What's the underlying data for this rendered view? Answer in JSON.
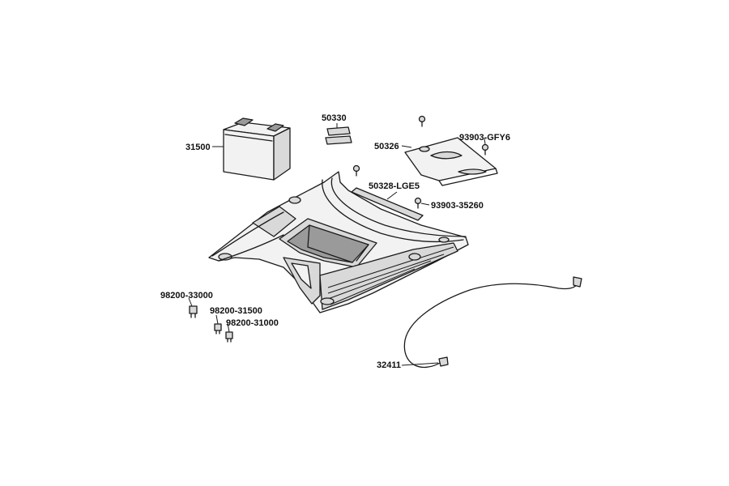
{
  "parts": [
    {
      "id": "battery",
      "number": "31500"
    },
    {
      "id": "rubber-pads",
      "number": "50330"
    },
    {
      "id": "battery-cover",
      "number": "50326"
    },
    {
      "id": "cover-screw",
      "number": "93903-GFY6"
    },
    {
      "id": "strap",
      "number": "50328-LGE5"
    },
    {
      "id": "tapping-screw",
      "number": "93903-35260"
    },
    {
      "id": "fuse-30a",
      "number": "98200-33000"
    },
    {
      "id": "fuse-15a",
      "number": "98200-31500"
    },
    {
      "id": "fuse-10a",
      "number": "98200-31000"
    },
    {
      "id": "battery-cable",
      "number": "32411"
    }
  ]
}
